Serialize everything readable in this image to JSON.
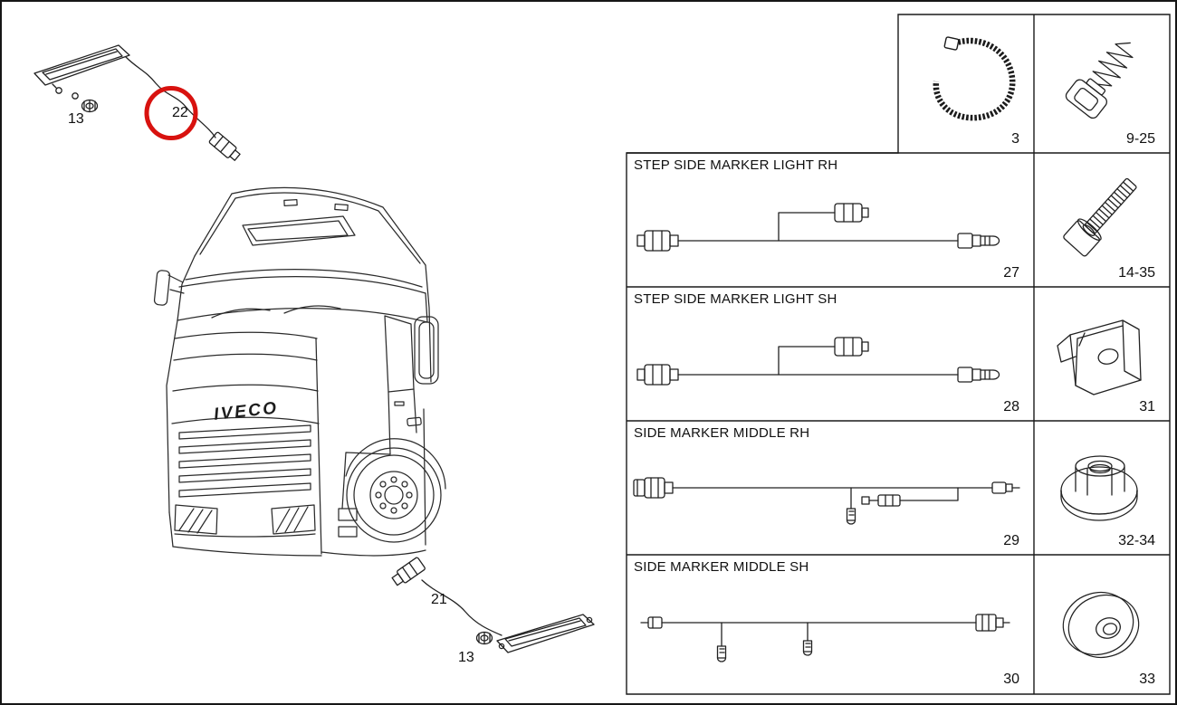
{
  "page": {
    "background": "#ffffff",
    "line_color": "#222222",
    "highlight_color": "#d8120f"
  },
  "truck": {
    "brand": "IVECO"
  },
  "callouts": [
    {
      "target": "grommet-top",
      "label": "13"
    },
    {
      "target": "harness-top",
      "label": "22",
      "highlighted": true
    },
    {
      "target": "harness-bottom",
      "label": "21"
    },
    {
      "target": "grommet-bottom",
      "label": "13"
    }
  ],
  "panels": [
    {
      "title": "STEP SIDE MARKER LIGHT RH",
      "part_number": "27"
    },
    {
      "title": "STEP SIDE MARKER LIGHT SH",
      "part_number": "28"
    },
    {
      "title": "SIDE MARKER MIDDLE RH",
      "part_number": "29"
    },
    {
      "title": "SIDE MARKER MIDDLE SH",
      "part_number": "30"
    }
  ],
  "hardware": [
    {
      "item": "cable-tie",
      "part_number": "3"
    },
    {
      "item": "screw-with-square-washer",
      "part_number": "9-25"
    },
    {
      "item": "socket-head-bolt",
      "part_number": "14-35"
    },
    {
      "item": "sheet-metal-clip",
      "part_number": "31"
    },
    {
      "item": "flange-nut",
      "part_number": "32-34"
    },
    {
      "item": "grommet-washer",
      "part_number": "33"
    }
  ]
}
